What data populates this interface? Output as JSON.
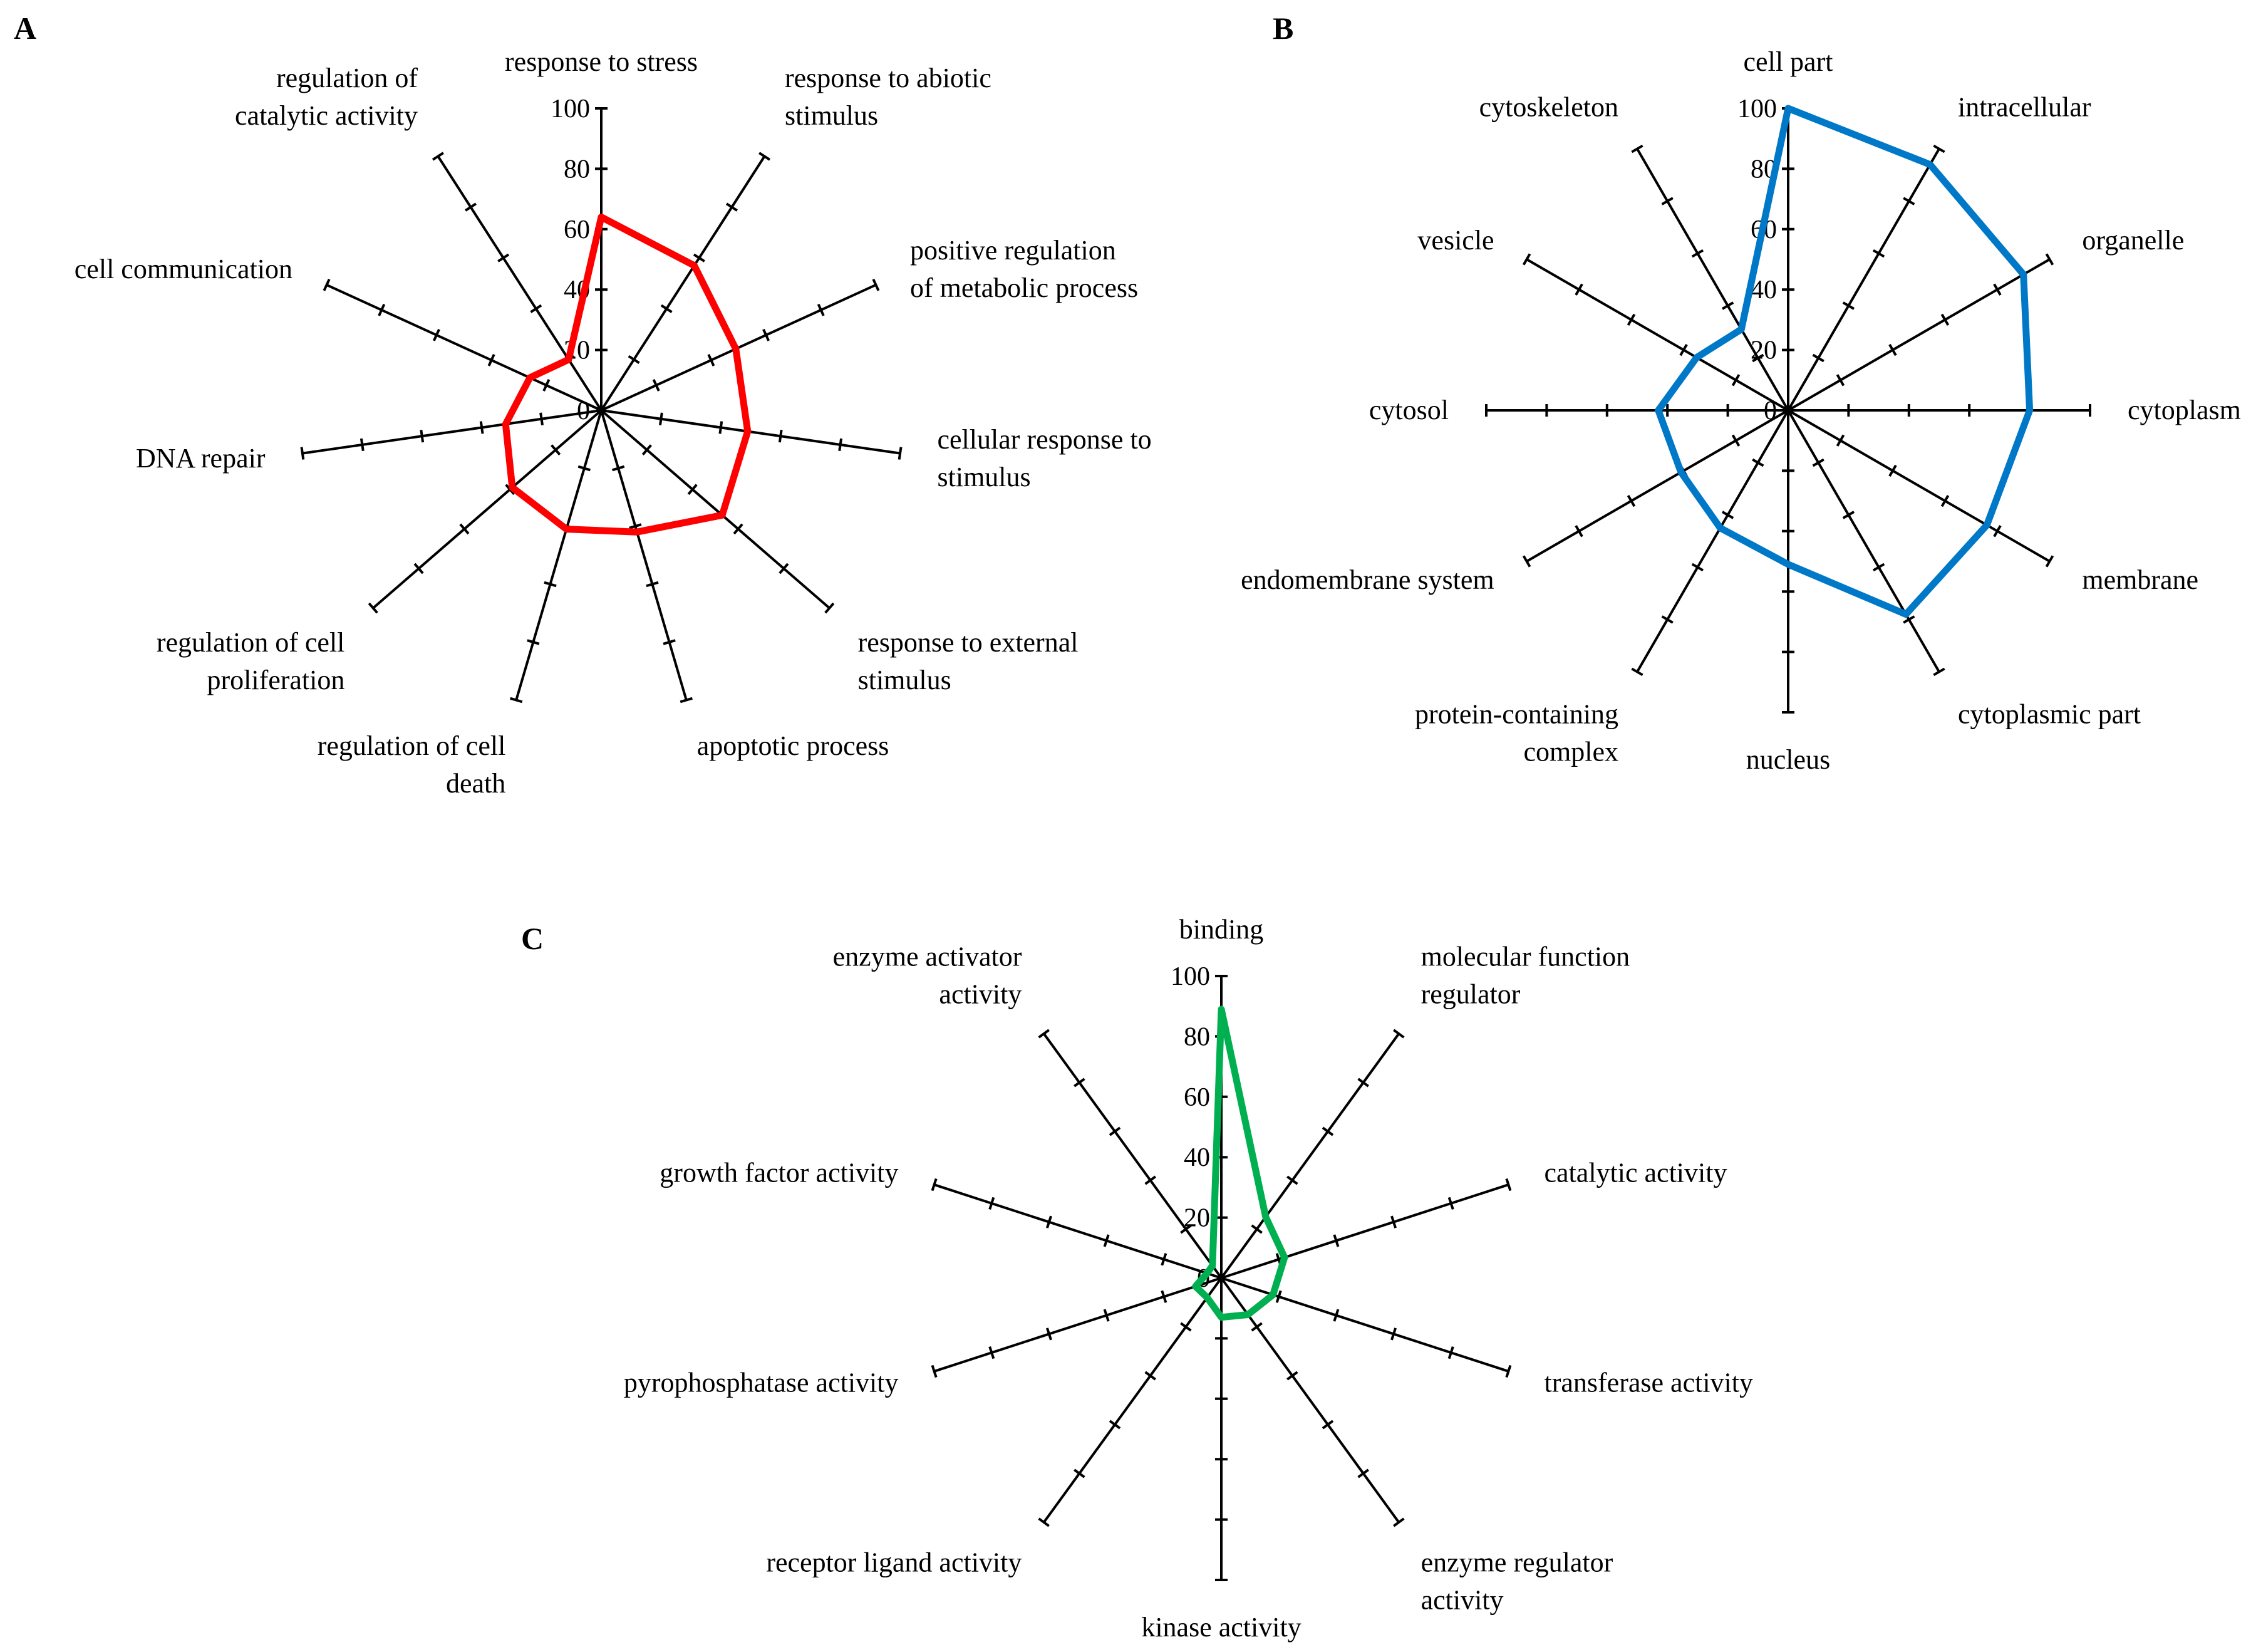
{
  "chart_data": [
    {
      "panel": "A",
      "type": "radar",
      "rlim": [
        0,
        100
      ],
      "ticks": [
        0,
        20,
        40,
        60,
        80,
        100
      ],
      "grid": false,
      "color": "#ff0000",
      "categories": [
        "response to stress",
        "response to abiotic stimulus",
        "positive regulation of metabolic process",
        "cellular response to stimulus",
        "response to external stimulus",
        "apoptotic process",
        "regulation of cell death",
        "regulation of cell proliferation",
        "DNA repair",
        "cell communication",
        "regulation of catalytic activity"
      ],
      "values": [
        64,
        57,
        49,
        49,
        53,
        42,
        41,
        39,
        32,
        26,
        20
      ]
    },
    {
      "panel": "B",
      "type": "radar",
      "rlim": [
        0,
        100
      ],
      "ticks": [
        0,
        20,
        40,
        60,
        80,
        100
      ],
      "grid": false,
      "color": "#0078c8",
      "categories": [
        "cell part",
        "intracellular",
        "organelle",
        "cytoplasm",
        "membrane",
        "cytoplasmic part",
        "nucleus",
        "protein-containing complex",
        "endomembrane system",
        "cytosol",
        "vesicle",
        "cytoskeleton"
      ],
      "values": [
        100,
        94,
        90,
        80,
        76,
        78,
        51,
        45,
        41,
        43,
        35,
        31
      ]
    },
    {
      "panel": "C",
      "type": "radar",
      "rlim": [
        0,
        100
      ],
      "ticks": [
        0,
        20,
        40,
        60,
        80,
        100
      ],
      "grid": false,
      "color": "#00b050",
      "categories": [
        "binding",
        "molecular function regulator",
        "catalytic activity",
        "transferase activity",
        "enzyme regulator activity",
        "kinase activity",
        "receptor ligand activity",
        "pyrophosphatase activity",
        "growth factor activity",
        "enzyme activator activity"
      ],
      "values": [
        89,
        25,
        22,
        18,
        15,
        13,
        8,
        9,
        5,
        5
      ]
    }
  ]
}
